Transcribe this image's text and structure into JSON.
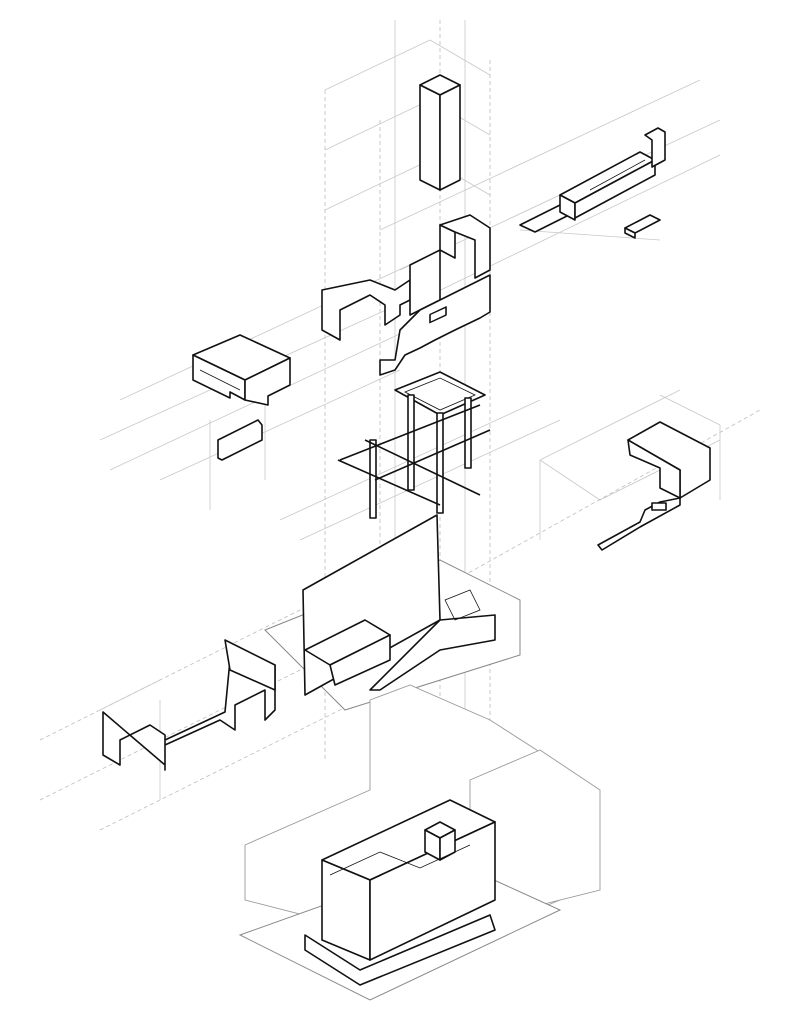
{
  "diagram": {
    "type": "exploded-axonometric",
    "colors": {
      "line": "#111111",
      "guide": "#c8c8c8",
      "context": "#9a9a9a",
      "background": "#ffffff"
    },
    "components": [
      "tower-volume",
      "upper-roof-slab",
      "small-slab-piece",
      "upper-wall-shell",
      "left-box-volume",
      "left-small-plate",
      "structural-frame",
      "right-wall-shell",
      "ground-floor-base",
      "left-wall-shell",
      "assembled-building"
    ]
  }
}
